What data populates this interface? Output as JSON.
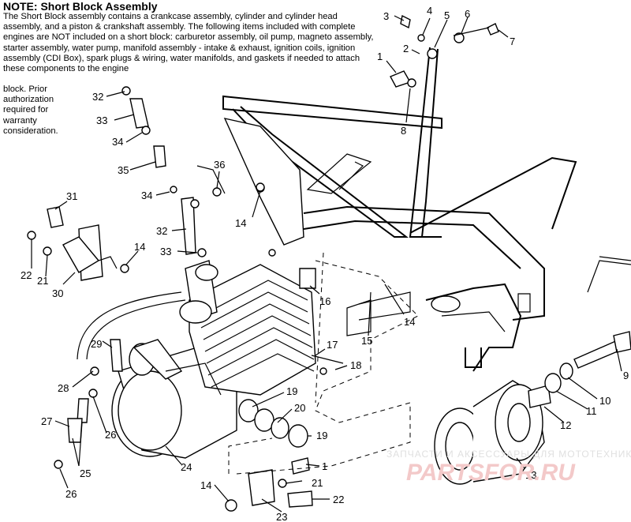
{
  "note": {
    "title": "NOTE:  Short Block Assembly",
    "body": "The Short Block assembly contains a crankcase assembly, cylinder and cylinder head assembly, and a piston & crankshaft assembly.  The following items included with complete engines are NOT included on a short block:  carburetor assembly, oil pump, magneto assembly, starter assembly, water pump, manifold assembly - intake & exhaust, ignition coils, ignition assembly (CDI Box), spark plugs & wiring, water manifolds, and gaskets if needed to attach these components to the engine",
    "tail": "block.  Prior authorization required for warranty consideration."
  },
  "callouts": [
    "3",
    "4",
    "5",
    "6",
    "7",
    "1",
    "2",
    "8",
    "32",
    "33",
    "34",
    "35",
    "36",
    "34",
    "14",
    "31",
    "22",
    "21",
    "14",
    "30",
    "32",
    "33",
    "16",
    "14",
    "15",
    "29",
    "17",
    "18",
    "28",
    "19",
    "20",
    "19",
    "27",
    "26",
    "25",
    "26",
    "24",
    "1",
    "21",
    "14",
    "22",
    "23",
    "9",
    "10",
    "11",
    "12",
    "13"
  ],
  "watermark": {
    "line1": "ЗАПЧАСТИ И АКСЕССУАРЫ ДЛЯ МОТОТЕХНИКИ",
    "line2": "PARTSFOR.RU"
  }
}
